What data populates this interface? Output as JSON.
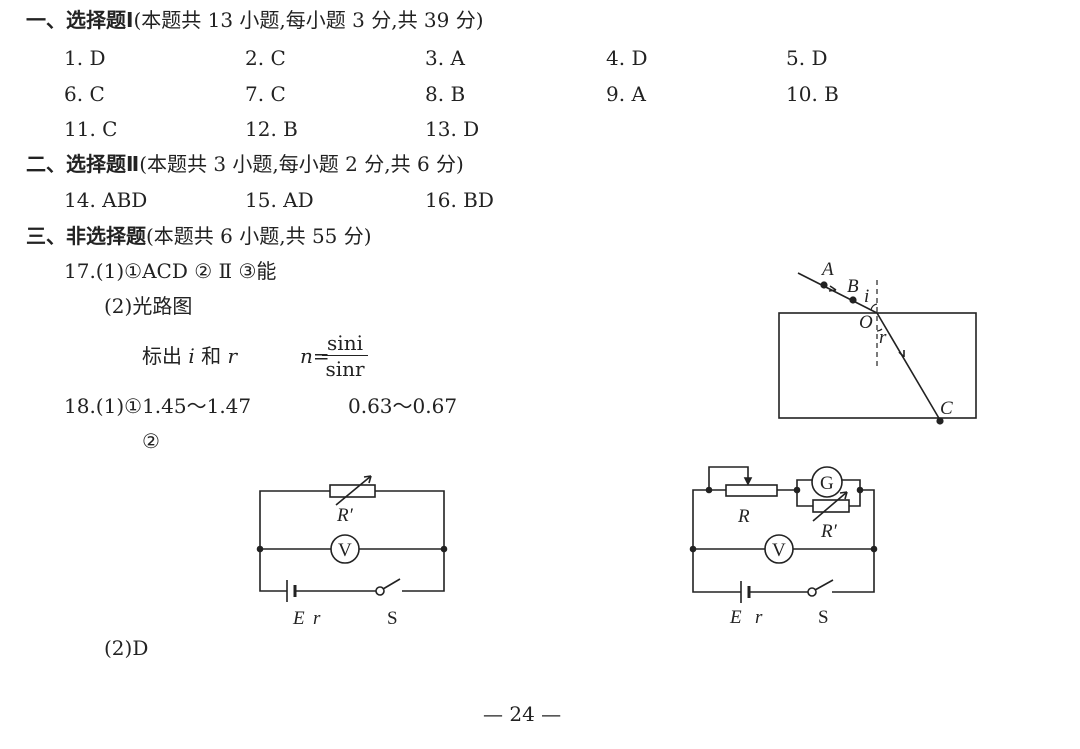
{
  "section1": {
    "title": "一、选择题Ⅰ",
    "subtitle": "(本题共 13 小题,每小题 3 分,共 39 分)",
    "answers": [
      "1. D",
      "2. C",
      "3. A",
      "4. D",
      "5. D",
      "6. C",
      "7. C",
      "8. B",
      "9. A",
      "10. B",
      "11. C",
      "12. B",
      "13. D"
    ]
  },
  "section2": {
    "title": "二、选择题Ⅱ",
    "subtitle": "(本题共 3 小题,每小题 2 分,共 6 分)",
    "answers": [
      "14. ABD",
      "15. AD",
      "16. BD"
    ]
  },
  "section3": {
    "title": "三、非选择题",
    "subtitle": "(本题共 6 小题,共 55 分)"
  },
  "q17": {
    "line1": "17.(1)①ACD  ② Ⅱ  ③能",
    "line2": "(2)光路图",
    "line3_prefix": "标出 ",
    "i": "i",
    "and": " 和 ",
    "r": "r",
    "n_eq": "n=",
    "numerator": "sini",
    "denominator": "sinr"
  },
  "q18": {
    "line1": "18.(1)①1.45～1.47",
    "line1b": "0.63～0.67",
    "line2": "②",
    "line3": "(2)D"
  },
  "optics": {
    "A": "A",
    "B": "B",
    "i": "i",
    "O": "O",
    "r": "r",
    "C": "C"
  },
  "circuit1": {
    "Rp": "R′",
    "V": "V",
    "E": "E",
    "r": "r",
    "S": "S"
  },
  "circuit2": {
    "R": "R",
    "G": "G",
    "Rp": "R′",
    "V": "V",
    "E": "E",
    "r": "r",
    "S": "S"
  },
  "footer": {
    "page": "—  24  —"
  }
}
